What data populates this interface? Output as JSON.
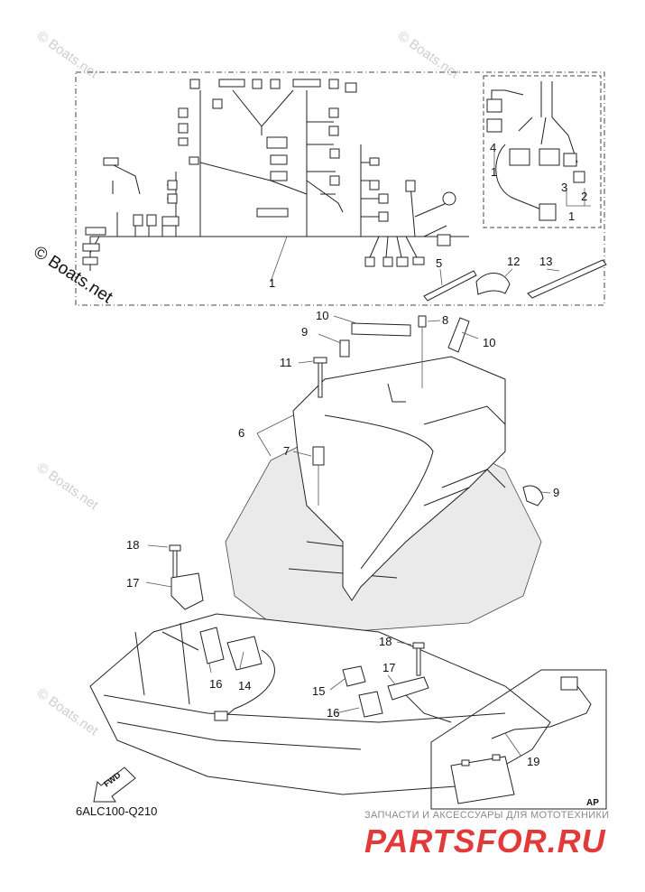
{
  "watermark": "© Boats.net",
  "watermark_side": "© Boats.net",
  "diagram_code": "6ALC100-Q210",
  "fwd_label": "FWD",
  "ap_label": "AP",
  "brand_subtitle": "ЗАПЧАСТИ И АКСЕССУАРЫ ДЛЯ МОТОТЕХНИКИ",
  "brand_name": "PARTSFOR.RU",
  "callouts": [
    {
      "id": "c1a",
      "label": "1"
    },
    {
      "id": "c1b",
      "label": "1"
    },
    {
      "id": "c1c",
      "label": "1"
    },
    {
      "id": "c2",
      "label": "2"
    },
    {
      "id": "c3",
      "label": "3"
    },
    {
      "id": "c4",
      "label": "4"
    },
    {
      "id": "c5",
      "label": "5"
    },
    {
      "id": "c6",
      "label": "6"
    },
    {
      "id": "c7",
      "label": "7"
    },
    {
      "id": "c8",
      "label": "8"
    },
    {
      "id": "c9a",
      "label": "9"
    },
    {
      "id": "c9b",
      "label": "9"
    },
    {
      "id": "c10a",
      "label": "10"
    },
    {
      "id": "c10b",
      "label": "10"
    },
    {
      "id": "c11",
      "label": "11"
    },
    {
      "id": "c12",
      "label": "12"
    },
    {
      "id": "c13",
      "label": "13"
    },
    {
      "id": "c14",
      "label": "14"
    },
    {
      "id": "c15",
      "label": "15"
    },
    {
      "id": "c16a",
      "label": "16"
    },
    {
      "id": "c16b",
      "label": "16"
    },
    {
      "id": "c17a",
      "label": "17"
    },
    {
      "id": "c17b",
      "label": "17"
    },
    {
      "id": "c18a",
      "label": "18"
    },
    {
      "id": "c18b",
      "label": "18"
    },
    {
      "id": "c19",
      "label": "19"
    }
  ]
}
